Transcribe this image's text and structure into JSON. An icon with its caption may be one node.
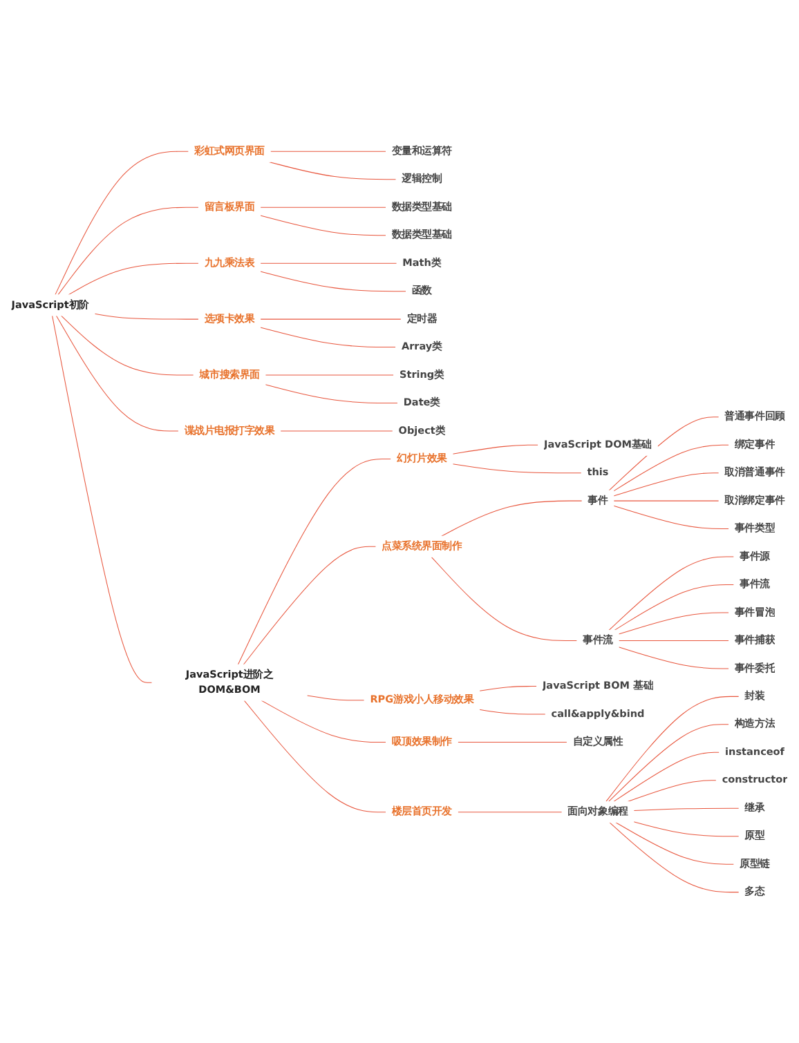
{
  "diagram": {
    "nodes": [
      {
        "text": [
          "JavaScript初阶"
        ]
      },
      {
        "text": [
          "彩虹式网页界面"
        ]
      },
      {
        "text": [
          "变量和运算符"
        ]
      },
      {
        "text": [
          "逻辑控制"
        ]
      },
      {
        "text": [
          "留言板界面"
        ]
      },
      {
        "text": [
          "数据类型基础"
        ]
      },
      {
        "text": [
          "数据类型基础"
        ]
      },
      {
        "text": [
          "九九乘法表"
        ]
      },
      {
        "text": [
          "Math类"
        ]
      },
      {
        "text": [
          "函数"
        ]
      },
      {
        "text": [
          "选项卡效果"
        ]
      },
      {
        "text": [
          "定时器"
        ]
      },
      {
        "text": [
          "Array类"
        ]
      },
      {
        "text": [
          "城市搜索界面"
        ]
      },
      {
        "text": [
          "String类"
        ]
      },
      {
        "text": [
          "Date类"
        ]
      },
      {
        "text": [
          "谍战片电报打字效果"
        ]
      },
      {
        "text": [
          "Object类"
        ]
      },
      {
        "text": [
          "JavaScript进阶之DOM&BOM"
        ]
      },
      {
        "text": [
          "幻灯片效果"
        ]
      },
      {
        "text": [
          "JavaScript DOM基础"
        ]
      },
      {
        "text": [
          "this"
        ]
      },
      {
        "text": [
          "点菜系统界面制作"
        ]
      },
      {
        "text": [
          "事件"
        ]
      },
      {
        "text": [
          "普通事件回顾"
        ]
      },
      {
        "text": [
          "绑定事件"
        ]
      },
      {
        "text": [
          "取消普通事件"
        ]
      },
      {
        "text": [
          "取消绑定事件"
        ]
      },
      {
        "text": [
          "事件类型"
        ]
      },
      {
        "text": [
          "事件流"
        ]
      },
      {
        "text": [
          "事件源"
        ]
      },
      {
        "text": [
          "事件流"
        ]
      },
      {
        "text": [
          "事件冒泡"
        ]
      },
      {
        "text": [
          "事件捕获"
        ]
      },
      {
        "text": [
          "事件委托"
        ]
      },
      {
        "text": [
          "RPG游戏小人移动效果"
        ]
      },
      {
        "text": [
          "JavaScript BOM 基础"
        ]
      },
      {
        "text": [
          "call&apply&bind"
        ]
      },
      {
        "text": [
          "吸顶效果制作"
        ]
      },
      {
        "text": [
          "自定义属性"
        ]
      },
      {
        "text": [
          "楼层首页开发"
        ]
      },
      {
        "text": [
          "面向对象编程"
        ]
      },
      {
        "text": [
          "封装"
        ]
      },
      {
        "text": [
          "构造方法"
        ]
      },
      {
        "text": [
          "instanceof"
        ]
      },
      {
        "text": [
          "constructor"
        ]
      },
      {
        "text": [
          "继承"
        ]
      },
      {
        "text": [
          "原型"
        ]
      },
      {
        "text": [
          "原型链"
        ]
      },
      {
        "text": [
          "多态"
        ]
      }
    ],
    "edges": [
      {
        "from": 0,
        "to": 1,
        "arrow": "none"
      },
      {
        "from": 1,
        "to": 2,
        "arrow": "none"
      },
      {
        "from": 1,
        "to": 3,
        "arrow": "none"
      },
      {
        "from": 0,
        "to": 4,
        "arrow": "none"
      },
      {
        "from": 4,
        "to": 5,
        "arrow": "none"
      },
      {
        "from": 4,
        "to": 6,
        "arrow": "none"
      },
      {
        "from": 0,
        "to": 7,
        "arrow": "none"
      },
      {
        "from": 7,
        "to": 8,
        "arrow": "none"
      },
      {
        "from": 7,
        "to": 9,
        "arrow": "none"
      },
      {
        "from": 0,
        "to": 10,
        "arrow": "none"
      },
      {
        "from": 10,
        "to": 11,
        "arrow": "none"
      },
      {
        "from": 10,
        "to": 12,
        "arrow": "none"
      },
      {
        "from": 0,
        "to": 13,
        "arrow": "none"
      },
      {
        "from": 13,
        "to": 14,
        "arrow": "none"
      },
      {
        "from": 13,
        "to": 15,
        "arrow": "none"
      },
      {
        "from": 0,
        "to": 16,
        "arrow": "none"
      },
      {
        "from": 16,
        "to": 17,
        "arrow": "none"
      },
      {
        "from": 0,
        "to": 18,
        "arrow": "none"
      },
      {
        "from": 18,
        "to": 19,
        "arrow": "none"
      },
      {
        "from": 19,
        "to": 20,
        "arrow": "none"
      },
      {
        "from": 19,
        "to": 21,
        "arrow": "none"
      },
      {
        "from": 18,
        "to": 22,
        "arrow": "none"
      },
      {
        "from": 22,
        "to": 23,
        "arrow": "none"
      },
      {
        "from": 23,
        "to": 24,
        "arrow": "none"
      },
      {
        "from": 23,
        "to": 25,
        "arrow": "none"
      },
      {
        "from": 23,
        "to": 26,
        "arrow": "none"
      },
      {
        "from": 23,
        "to": 27,
        "arrow": "none"
      },
      {
        "from": 23,
        "to": 28,
        "arrow": "none"
      },
      {
        "from": 22,
        "to": 29,
        "arrow": "none"
      },
      {
        "from": 29,
        "to": 30,
        "arrow": "none"
      },
      {
        "from": 29,
        "to": 31,
        "arrow": "none"
      },
      {
        "from": 29,
        "to": 32,
        "arrow": "none"
      },
      {
        "from": 29,
        "to": 33,
        "arrow": "none"
      },
      {
        "from": 29,
        "to": 34,
        "arrow": "none"
      },
      {
        "from": 18,
        "to": 35,
        "arrow": "none"
      },
      {
        "from": 35,
        "to": 36,
        "arrow": "none"
      },
      {
        "from": 35,
        "to": 37,
        "arrow": "none"
      },
      {
        "from": 18,
        "to": 38,
        "arrow": "none"
      },
      {
        "from": 38,
        "to": 39,
        "arrow": "none"
      },
      {
        "from": 18,
        "to": 40,
        "arrow": "none"
      },
      {
        "from": 40,
        "to": 41,
        "arrow": "none"
      },
      {
        "from": 41,
        "to": 42,
        "arrow": "none"
      },
      {
        "from": 41,
        "to": 43,
        "arrow": "none"
      },
      {
        "from": 41,
        "to": 44,
        "arrow": "none"
      },
      {
        "from": 41,
        "to": 45,
        "arrow": "none"
      },
      {
        "from": 41,
        "to": 46,
        "arrow": "none"
      },
      {
        "from": 41,
        "to": 47,
        "arrow": "none"
      },
      {
        "from": 41,
        "to": 48,
        "arrow": "none"
      },
      {
        "from": 41,
        "to": 49,
        "arrow": "none"
      }
    ]
  }
}
